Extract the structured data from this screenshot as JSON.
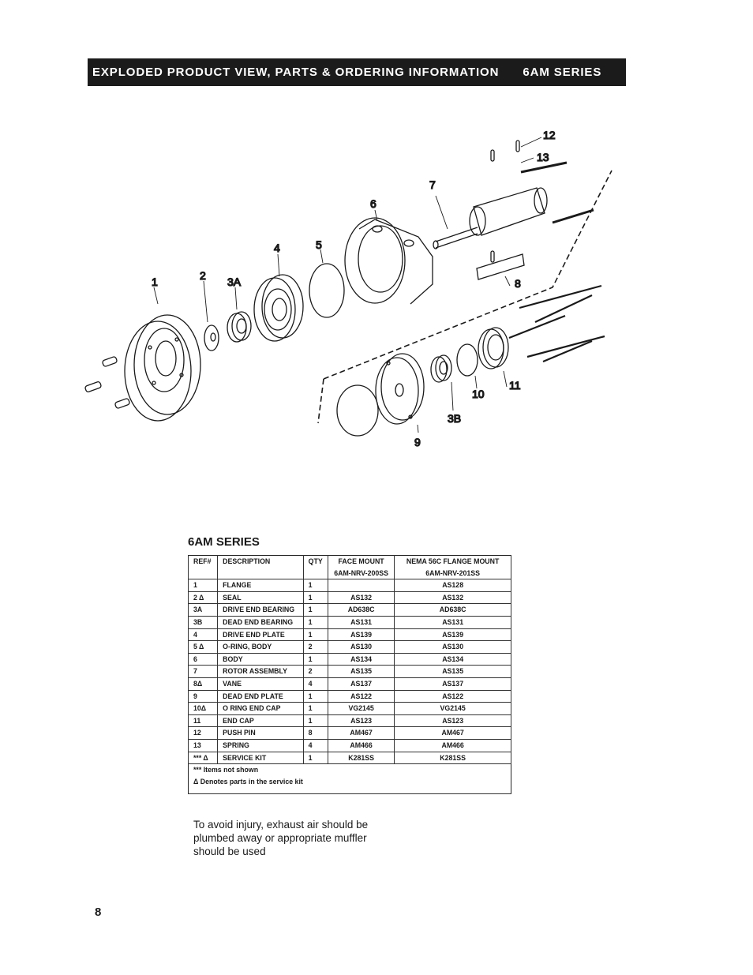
{
  "header": {
    "title": "EXPLODED PRODUCT VIEW, PARTS & ORDERING INFORMATION",
    "series": "6AM SERIES"
  },
  "diagram": {
    "callouts": [
      "1",
      "2",
      "3A",
      "4",
      "5",
      "6",
      "7",
      "8",
      "9",
      "10",
      "11",
      "12",
      "13",
      "3B"
    ]
  },
  "table": {
    "title": "6AM SERIES",
    "headers": {
      "ref": "REF#",
      "description": "DESCRIPTION",
      "qty": "QTY",
      "face_mount": "FACE MOUNT",
      "face_mount_model": "6AM-NRV-200SS",
      "flange_mount": "NEMA 56C FLANGE MOUNT",
      "flange_mount_model": "6AM-NRV-201SS"
    },
    "rows": [
      {
        "ref": "1",
        "description": "FLANGE",
        "qty": "1",
        "face": "",
        "flange": "AS128"
      },
      {
        "ref": "2 Δ",
        "description": "SEAL",
        "qty": "1",
        "face": "AS132",
        "flange": "AS132"
      },
      {
        "ref": "3A",
        "description": "DRIVE END BEARING",
        "qty": "1",
        "face": "AD638C",
        "flange": "AD638C"
      },
      {
        "ref": "3B",
        "description": "DEAD END BEARING",
        "qty": "1",
        "face": "AS131",
        "flange": "AS131"
      },
      {
        "ref": "4",
        "description": "DRIVE END PLATE",
        "qty": "1",
        "face": "AS139",
        "flange": "AS139"
      },
      {
        "ref": "5 Δ",
        "description": "O-RING, BODY",
        "qty": "2",
        "face": "AS130",
        "flange": "AS130"
      },
      {
        "ref": "6",
        "description": "BODY",
        "qty": "1",
        "face": "AS134",
        "flange": "AS134"
      },
      {
        "ref": "7",
        "description": "ROTOR ASSEMBLY",
        "qty": "2",
        "face": "AS135",
        "flange": "AS135"
      },
      {
        "ref": "8Δ",
        "description": "VANE",
        "qty": "4",
        "face": "AS137",
        "flange": "AS137"
      },
      {
        "ref": "9",
        "description": "DEAD END PLATE",
        "qty": "1",
        "face": "AS122",
        "flange": "AS122"
      },
      {
        "ref": "10Δ",
        "description": "O RING END CAP",
        "qty": "1",
        "face": "VG2145",
        "flange": "VG2145"
      },
      {
        "ref": "11",
        "description": "END CAP",
        "qty": "1",
        "face": "AS123",
        "flange": "AS123"
      },
      {
        "ref": "12",
        "description": "PUSH PIN",
        "qty": "8",
        "face": "AM467",
        "flange": "AM467"
      },
      {
        "ref": "13",
        "description": "SPRING",
        "qty": "4",
        "face": "AM466",
        "flange": "AM466"
      },
      {
        "ref": "*** Δ",
        "description": "SERVICE KIT",
        "qty": "1",
        "face": "K281SS",
        "flange": "K281SS"
      }
    ],
    "notes": [
      "*** Items not shown",
      "Δ Denotes parts in the service kit"
    ]
  },
  "warning": "To avoid injury, exhaust air should be plumbed away or appropriate muffler should be used",
  "page_number": "8"
}
